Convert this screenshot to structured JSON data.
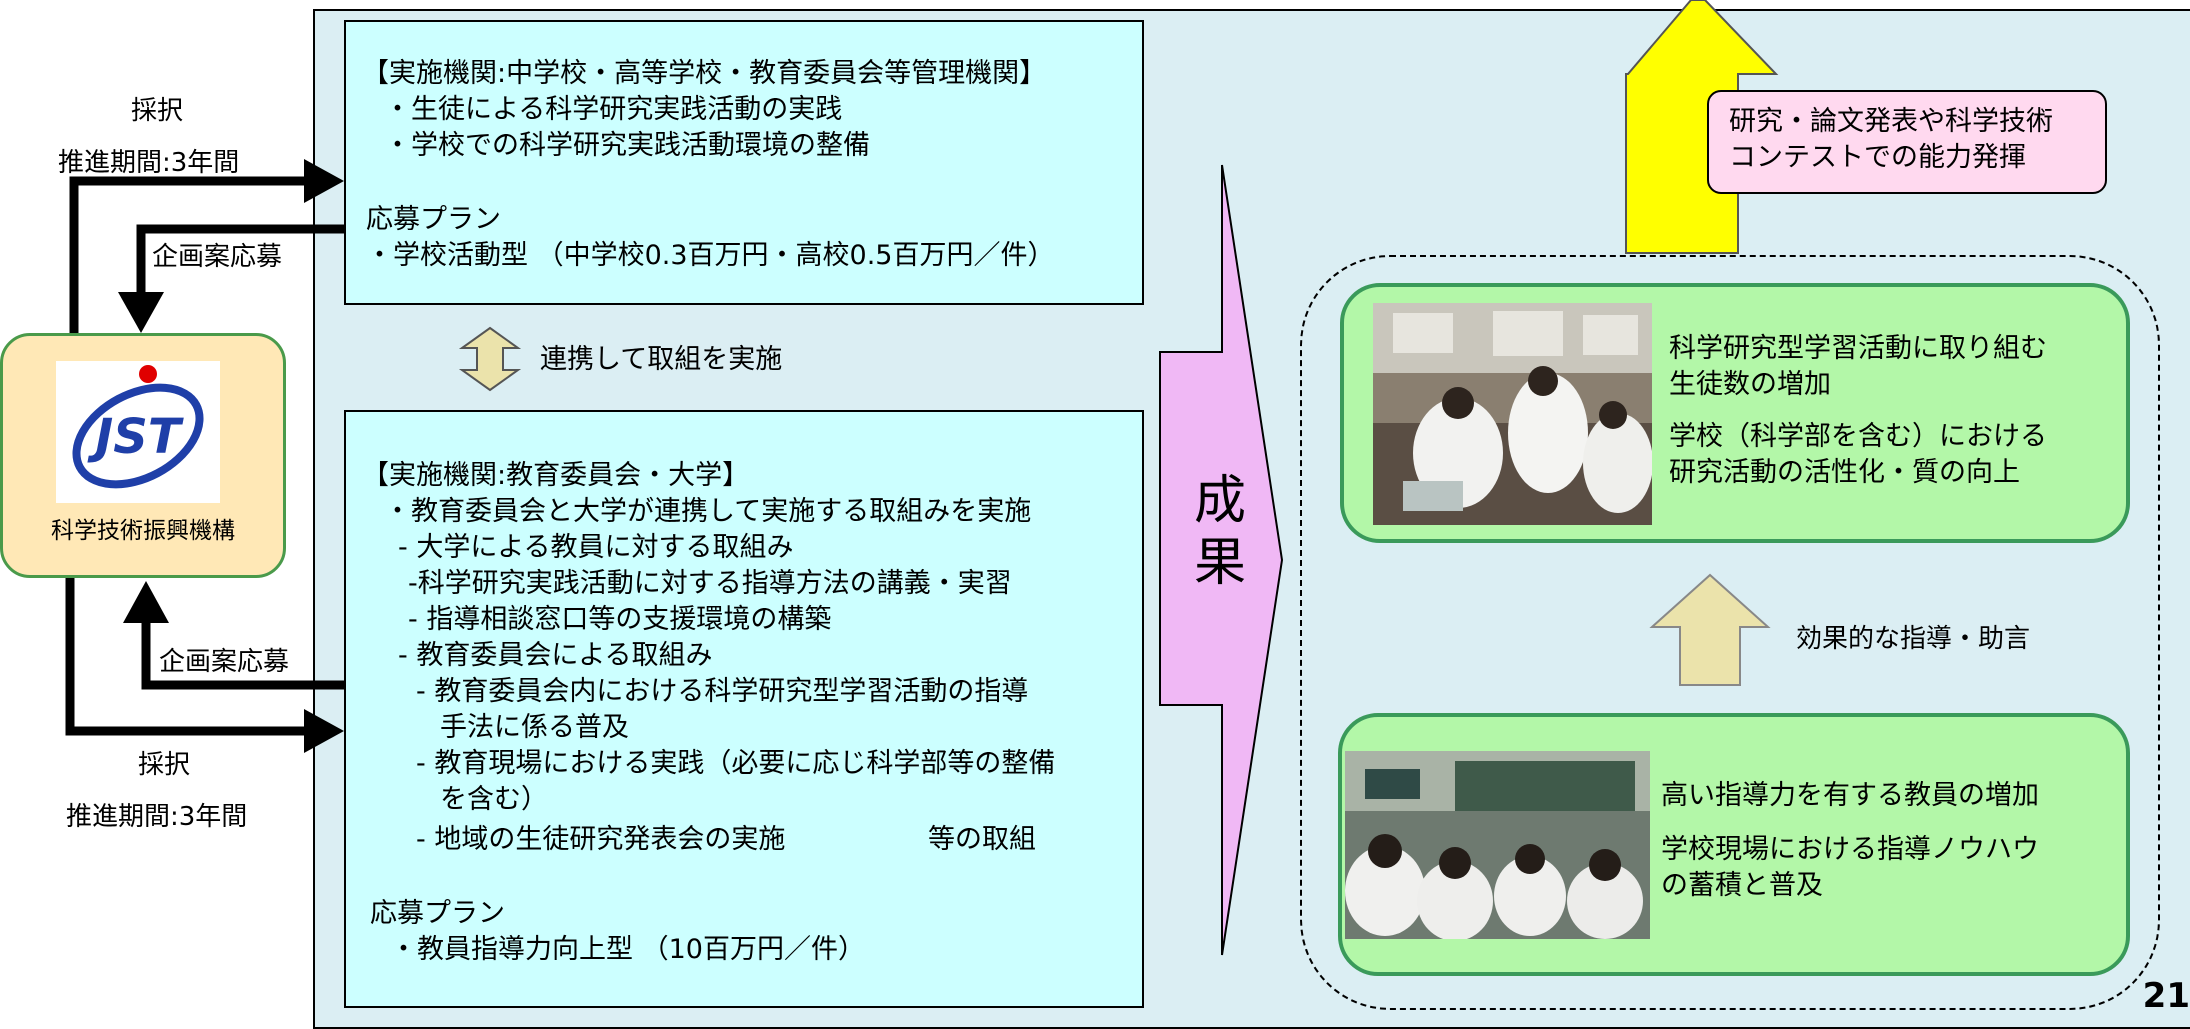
{
  "colors": {
    "panel_bg": "#dbeef3",
    "cyan_box": "#ccffff",
    "jst_box": "#ffe8b6",
    "green_box": "#b3f7a8",
    "pink_box": "#ffd9ef",
    "magenta_arrow": "#f0b8f5",
    "yellow_arrow": "#ffff00",
    "tan_arrow": "#ebe3ab"
  },
  "left": {
    "org_name": "科学技術振興機構",
    "logo_text": "JST",
    "top_adopt": "採択",
    "top_period": "推進期間:3年間",
    "top_apply": "企画案応募",
    "bottom_apply": "企画案応募",
    "bottom_adopt": "採択",
    "bottom_period": "推進期間:3年間"
  },
  "upper_box": {
    "lines": [
      "【実施機関:中学校・高等学校・教育委員会等管理機関】",
      "・生徒による科学研究実践活動の実践",
      "・学校での科学研究実践活動環境の整備",
      "応募プラン",
      "・学校活動型 （中学校0.3百万円・高校0.5百万円／件）"
    ]
  },
  "link_label": "連携して取組を実施",
  "lower_box": {
    "lines": [
      "【実施機関:教育委員会・大学】",
      "・教育委員会と大学が連携して実施する取組みを実施",
      "- 大学による教員に対する取組み",
      "-科学研究実践活動に対する指導方法の講義・実習",
      "- 指導相談窓口等の支援環境の構築",
      "- 教育委員会による取組み",
      "- 教育委員会内における科学研究型学習活動の指導",
      "手法に係る普及",
      "- 教育現場における実践（必要に応じ科学部等の整備",
      "を含む）",
      "- 地域の生徒研究発表会の実施",
      "等の取組",
      "応募プラン",
      "・教員指導力向上型 （10百万円／件）"
    ]
  },
  "result_label": [
    "成",
    "果"
  ],
  "pink_box": {
    "lines": [
      "研究・論文発表や科学技術",
      "コンテストでの能力発揮"
    ]
  },
  "green_top": {
    "lines": [
      "科学研究型学習活動に取り組む",
      "生徒数の増加",
      "学校（科学部を含む）における",
      "研究活動の活性化・質の向上"
    ]
  },
  "guidance_label": "効果的な指導・助言",
  "green_bottom": {
    "lines": [
      "高い指導力を有する教員の増加",
      "学校現場における指導ノウハウ",
      "の蓄積と普及"
    ]
  },
  "page_number": "21"
}
